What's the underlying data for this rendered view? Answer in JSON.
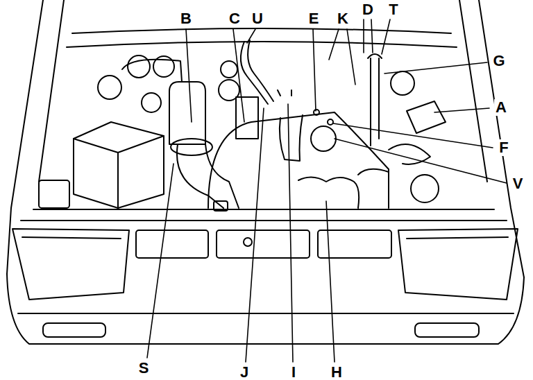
{
  "diagram": {
    "labels": [
      "B",
      "C",
      "U",
      "E",
      "K",
      "D",
      "T",
      "G",
      "A",
      "F",
      "V",
      "S",
      "J",
      "I",
      "H"
    ]
  }
}
